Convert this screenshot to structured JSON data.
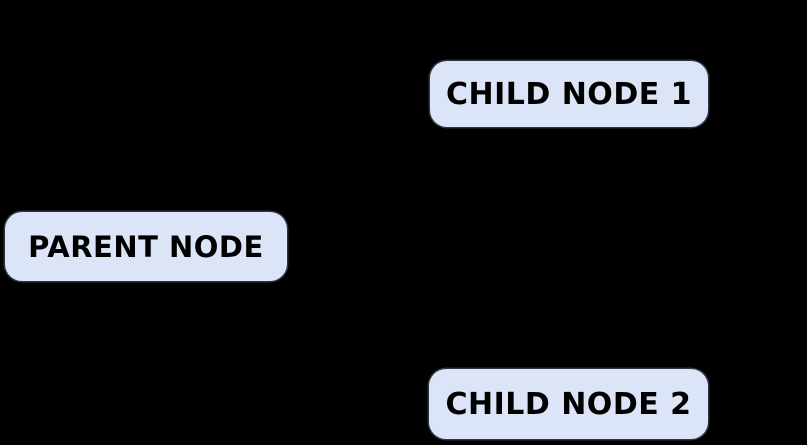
{
  "diagram": {
    "type": "node-graph",
    "nodes": [
      {
        "id": "parent",
        "label": "PARENT NODE"
      },
      {
        "id": "child1",
        "label": "CHILD NODE 1"
      },
      {
        "id": "child2",
        "label": "CHILD NODE 2"
      }
    ],
    "visible_edges": []
  },
  "colors": {
    "background": "#000000",
    "node_fill": "#dbe5f7",
    "node_text": "#000000"
  }
}
